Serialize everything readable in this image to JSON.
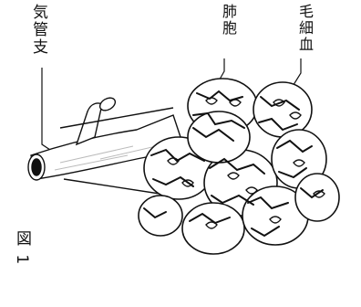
{
  "figure_label": "図 1",
  "labels": {
    "bronchi": "気管支",
    "alveoli": "肺胞",
    "capillaries": "毛細血"
  },
  "colors": {
    "ink": "#111111",
    "shade": "#d9d9d9",
    "paper": "#ffffff"
  }
}
